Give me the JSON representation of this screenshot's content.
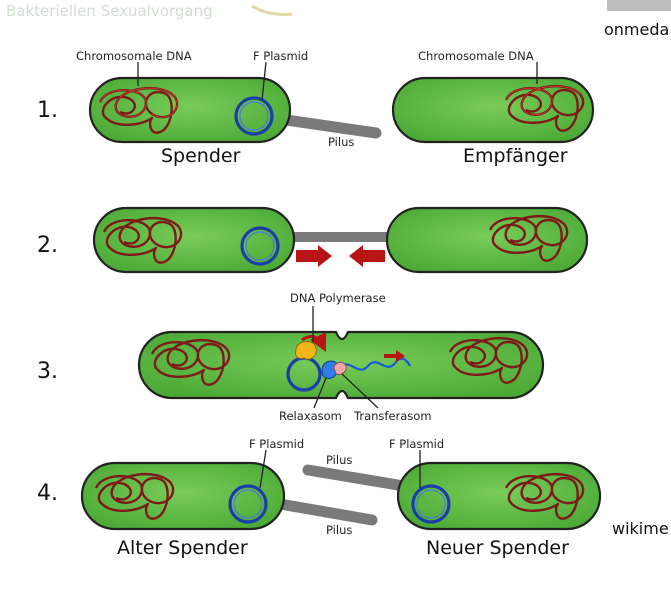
{
  "header": {
    "faint_text": "Bakteriellen Sexualvorgang"
  },
  "credits": {
    "top_right": "onmeda",
    "bottom_right": "wikime"
  },
  "steps": [
    {
      "number": "1.",
      "label_left_dna": "Chromosomale DNA",
      "label_plasmid": "F Plasmid",
      "label_right_dna": "Chromosomale DNA",
      "label_pilus": "Pilus",
      "label_donor": "Spender",
      "label_recipient": "Empfänger"
    },
    {
      "number": "2."
    },
    {
      "number": "3.",
      "label_polymerase": "DNA Polymerase",
      "label_relaxasom": "Relaxasom",
      "label_transferasom": "Transferasom"
    },
    {
      "number": "4.",
      "label_plasmid_left": "F Plasmid",
      "label_plasmid_right": "F Plasmid",
      "label_pilus_top": "Pilus",
      "label_pilus_bottom": "Pilus",
      "label_old_donor": "Alter Spender",
      "label_new_donor": "Neuer Spender"
    }
  ],
  "colors": {
    "cell_fill": "#56b83e",
    "dna": "#7d1a1a",
    "plasmid": "#1a3fa8",
    "arrow": "#b81414",
    "pilus": "#7a7a7a"
  }
}
